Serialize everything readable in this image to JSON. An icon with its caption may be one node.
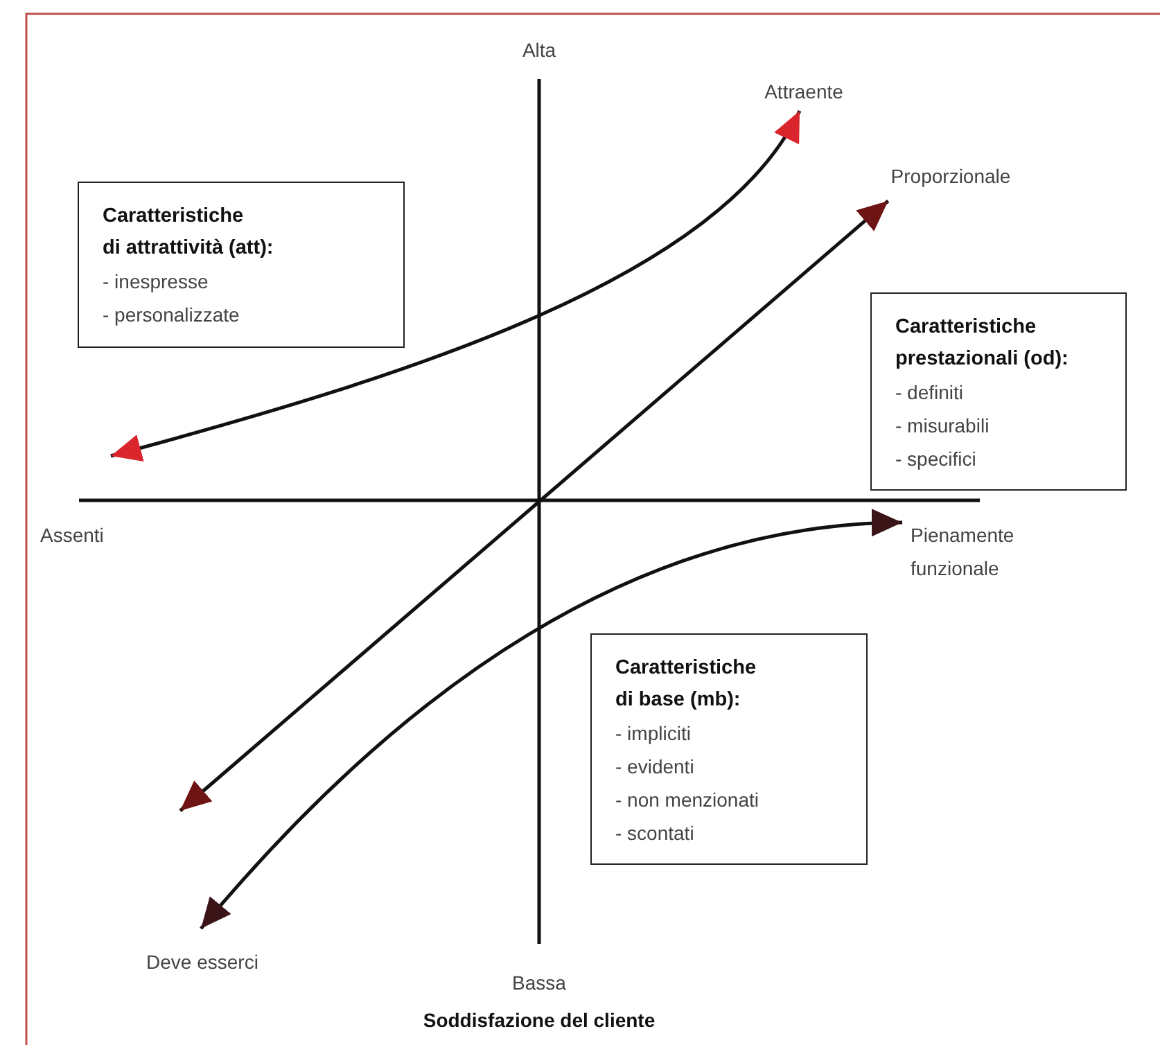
{
  "diagram": {
    "nodes": [
      {
        "text": [
          "Caratteristiche di attrattività (att):",
          "- inespresse",
          "- personalizzate"
        ]
      },
      {
        "text": [
          "Caratteristiche prestazionali (od):",
          "- definiti",
          "- misurabili",
          "- specifici"
        ]
      },
      {
        "text": [
          "Caratteristiche di base (mb):",
          "- impliciti",
          "- evidenti",
          "- non menzionati",
          "- scontati"
        ]
      },
      {
        "text": [
          "Attraente"
        ]
      },
      {
        "text": [
          "Proporzionale"
        ]
      },
      {
        "text": [
          "Pienamente funzionale"
        ]
      },
      {
        "text": [
          "Deve esserci"
        ]
      }
    ],
    "edges": [
      {
        "from": null,
        "to": 3,
        "arrow": "both"
      },
      {
        "from": null,
        "to": 4,
        "arrow": "both"
      },
      {
        "from": 6,
        "to": 5,
        "arrow": "both"
      }
    ],
    "labels": [
      "Alta",
      "Assenti",
      "Bassa",
      "Soddisfazione del cliente"
    ]
  }
}
